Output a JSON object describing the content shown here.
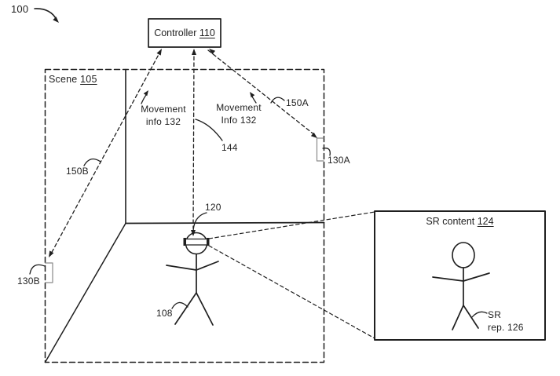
{
  "colors": {
    "ink": "#1f1f1f",
    "paper": "#ffffff",
    "sensor_bracket": "#8a8a8a"
  },
  "figure": {
    "ref": "100"
  },
  "controller": {
    "label": "Controller",
    "ref": "110"
  },
  "scene": {
    "label": "Scene",
    "ref": "105"
  },
  "movement_labels": {
    "left": {
      "line1": "Movement",
      "line2": "info 132"
    },
    "right": {
      "line1": "Movement",
      "line2": "Info 132"
    }
  },
  "references": {
    "link_a": "150A",
    "link_b": "150B",
    "hmd_link": "144",
    "sensor_a": "130A",
    "sensor_b": "130B",
    "hmd": "120",
    "user": "108"
  },
  "sr_panel": {
    "label": "SR content",
    "ref": "124",
    "rep_line1": "SR",
    "rep_line2": "rep. 126"
  }
}
